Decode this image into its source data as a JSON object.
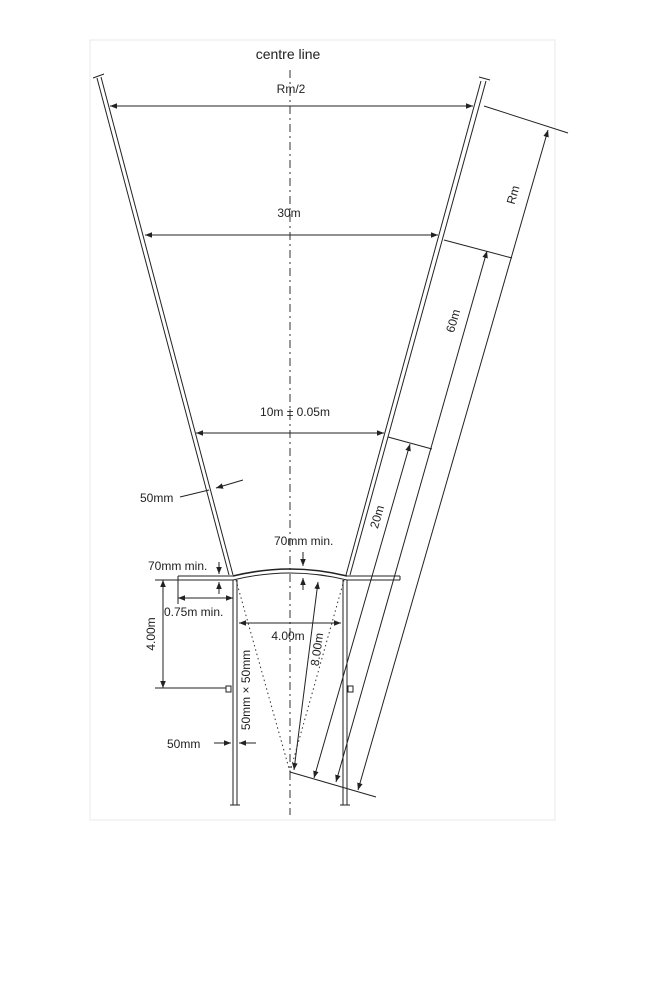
{
  "labels": {
    "centre_line": "centre line",
    "width_outer": "Rm/2",
    "width_30": "30m",
    "width_10": "10m ± 0.05m",
    "radius_outer": "Rm",
    "radius_60": "60m",
    "radius_20": "20m",
    "line_width_left": "50mm",
    "min_70_right": "70mm min.",
    "min_70_left": "70mm min.",
    "min_075": "0.75m min.",
    "height_4": "4.00m",
    "inner_4": "4.00m",
    "radius_8": "8.00m",
    "post_size": "50mm × 50mm",
    "post_gap": "50mm"
  }
}
